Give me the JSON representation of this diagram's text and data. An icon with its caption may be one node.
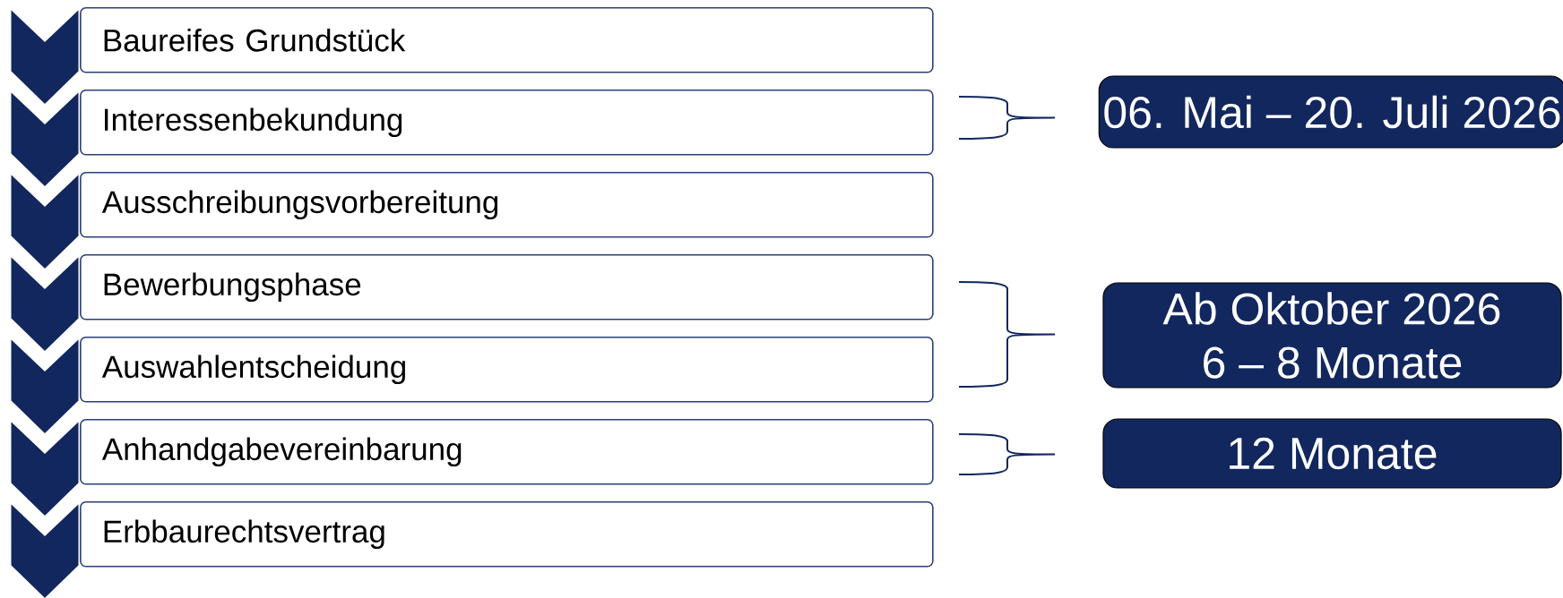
{
  "diagram": {
    "nodes": [
      {
        "text": [
          "Baureifes Grundstück"
        ]
      },
      {
        "text": [
          "Interessenbekundung"
        ]
      },
      {
        "text": [
          "Ausschreibungsvorbereitung"
        ]
      },
      {
        "text": [
          "Bewerbungsphase"
        ]
      },
      {
        "text": [
          "Auswahlentscheidung"
        ]
      },
      {
        "text": [
          "Anhandgabevereinbarung"
        ]
      },
      {
        "text": [
          "Erbbaurechtsvertrag"
        ]
      },
      {
        "text": [
          "06. Mai – 20. Juli 2026"
        ]
      },
      {
        "text": [
          "Ab Oktober 2026",
          "6 – 8 Monate"
        ]
      },
      {
        "text": [
          "12 Monate"
        ]
      }
    ]
  }
}
